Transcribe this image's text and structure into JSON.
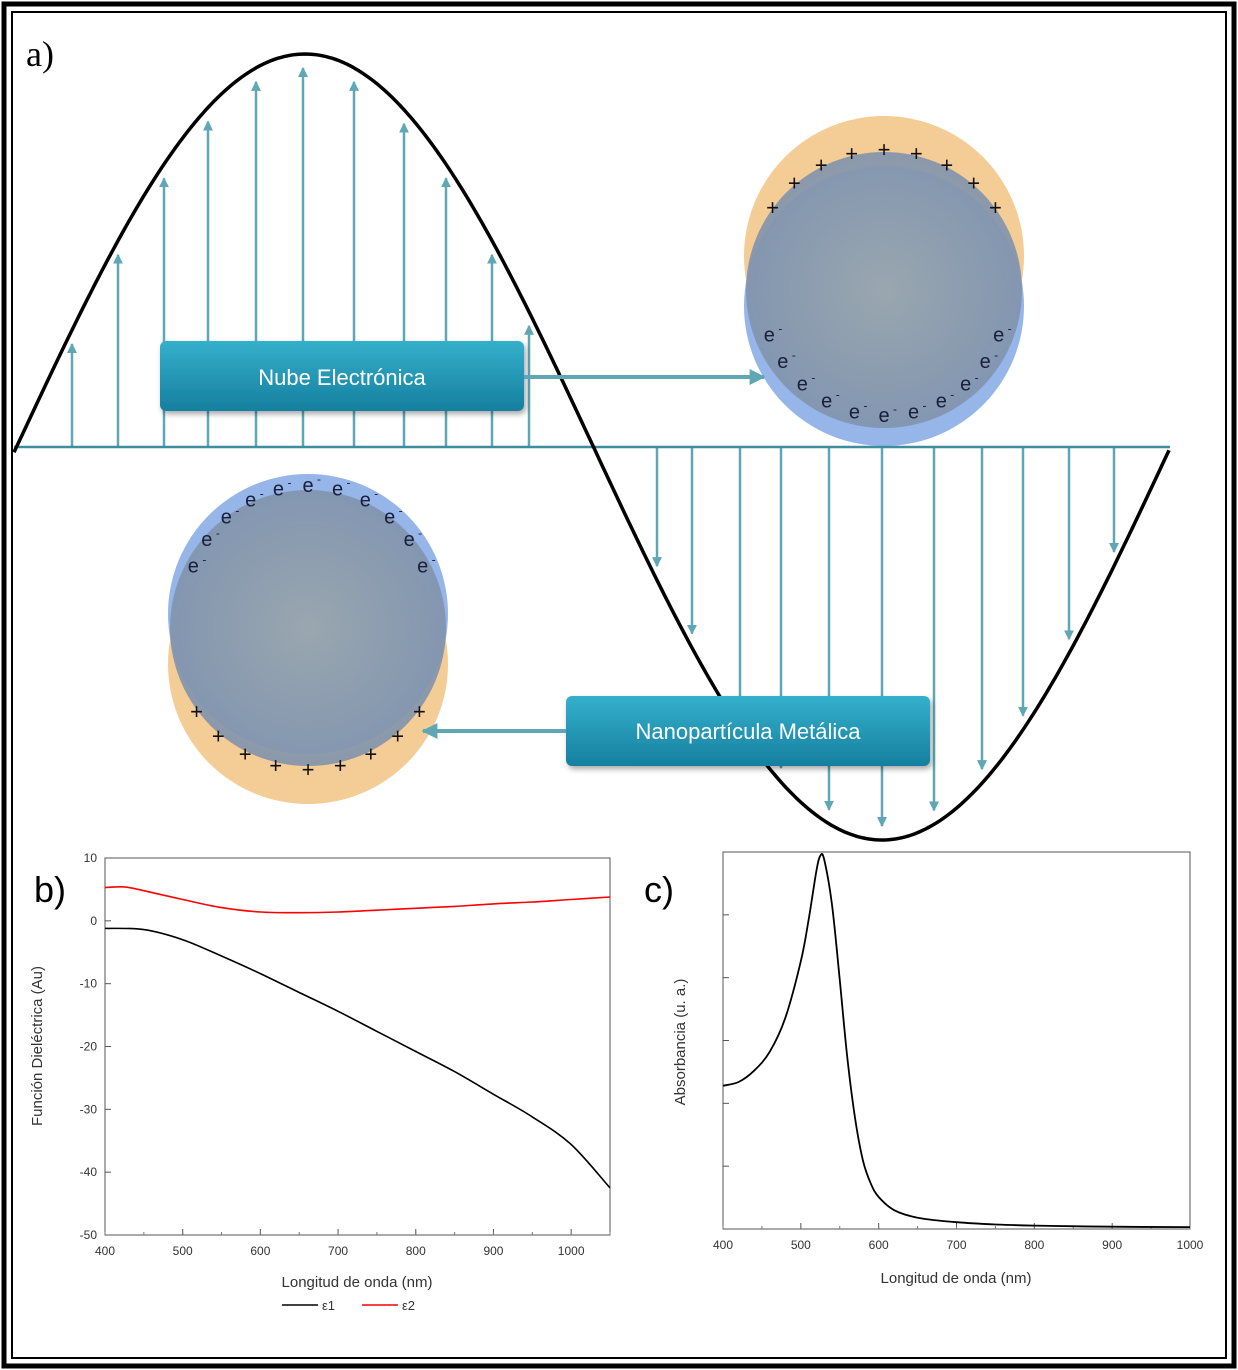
{
  "panel_a": {
    "letter": "a)",
    "electron_symbol": "e",
    "electron_charge": "-",
    "positive_symbol": "+",
    "label_cloud": "Nube Electrónica",
    "label_particle": "Nanopartícula Metálica",
    "colors": {
      "arrow": "#5fa7b4",
      "label_box": "#1d8fae",
      "electron_cloud": "#7ba4e0",
      "particle_core": "#8fa2b3",
      "positive_band": "#f2c27a"
    }
  },
  "panel_b": {
    "letter": "b)"
  },
  "panel_c": {
    "letter": "c)"
  },
  "chart_data": [
    {
      "type": "line",
      "panel": "b)",
      "title": "",
      "xlabel": "Longitud de onda (nm)",
      "ylabel": "Función Dieléctrica (Au)",
      "xlim": [
        400,
        1050
      ],
      "ylim": [
        -50,
        10
      ],
      "xticks": [
        400,
        500,
        600,
        700,
        800,
        900,
        1000
      ],
      "yticks": [
        10,
        0,
        -10,
        -20,
        -30,
        -40,
        -50
      ],
      "legend_position": "bottom",
      "grid": false,
      "series": [
        {
          "name": "ε1",
          "color": "#000000",
          "x": [
            400,
            450,
            500,
            550,
            600,
            650,
            700,
            750,
            800,
            850,
            900,
            950,
            1000,
            1050
          ],
          "y": [
            -1.2,
            -1.4,
            -3.0,
            -5.6,
            -8.4,
            -11.4,
            -14.4,
            -17.6,
            -20.8,
            -24.0,
            -27.6,
            -31.2,
            -35.6,
            -42.5
          ]
        },
        {
          "name": "ε2",
          "color": "#ff0000",
          "x": [
            400,
            425,
            450,
            500,
            550,
            600,
            650,
            700,
            750,
            800,
            850,
            900,
            950,
            1000,
            1050
          ],
          "y": [
            5.3,
            5.4,
            4.8,
            3.4,
            2.1,
            1.4,
            1.3,
            1.4,
            1.7,
            2.0,
            2.3,
            2.7,
            3.0,
            3.4,
            3.8
          ]
        }
      ]
    },
    {
      "type": "line",
      "panel": "c)",
      "title": "",
      "xlabel": "Longitud de onda (nm)",
      "ylabel": "Absorbancia (u. a.)",
      "xlim": [
        400,
        1000
      ],
      "ylim": [
        0,
        1
      ],
      "xticks": [
        400,
        500,
        600,
        700,
        800,
        900,
        1000
      ],
      "y_tick_labels_shown": false,
      "grid": false,
      "series": [
        {
          "color": "#000000",
          "x": [
            400,
            420,
            440,
            460,
            480,
            500,
            510,
            520,
            525,
            530,
            540,
            550,
            560,
            570,
            580,
            590,
            600,
            620,
            650,
            700,
            750,
            800,
            900,
            1000
          ],
          "y": [
            0.38,
            0.39,
            0.42,
            0.47,
            0.56,
            0.71,
            0.82,
            0.95,
            0.99,
            0.98,
            0.86,
            0.66,
            0.45,
            0.29,
            0.18,
            0.12,
            0.085,
            0.05,
            0.03,
            0.018,
            0.012,
            0.009,
            0.006,
            0.005
          ]
        }
      ]
    }
  ]
}
